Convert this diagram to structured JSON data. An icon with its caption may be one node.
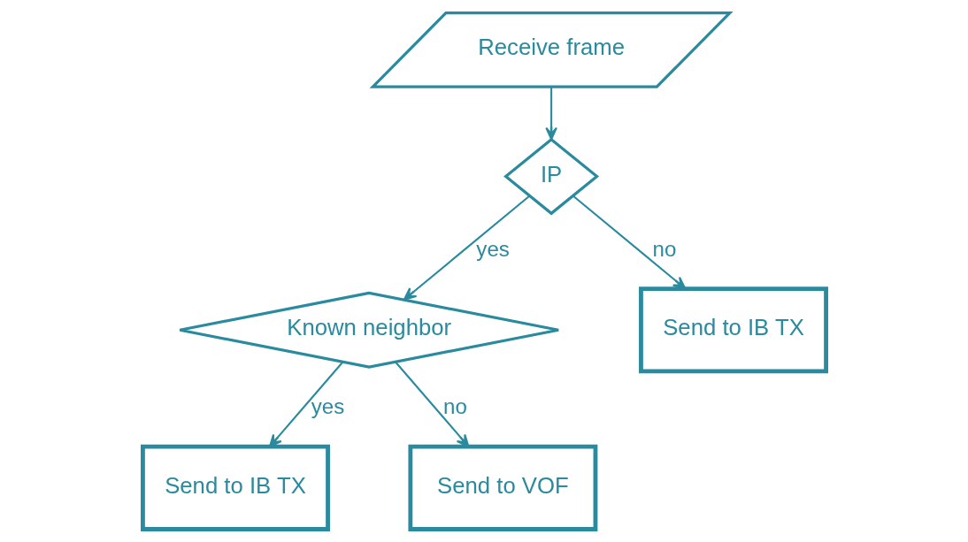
{
  "diagram": {
    "nodes": [
      {
        "text": [
          "Receive frame"
        ]
      },
      {
        "text": [
          "IP"
        ]
      },
      {
        "text": [
          "Send to IB TX"
        ]
      },
      {
        "text": [
          "Known neighbor"
        ]
      },
      {
        "text": [
          "Send to IB TX"
        ]
      },
      {
        "text": [
          "Send to VOF"
        ]
      }
    ],
    "edges": [
      {
        "from": 0,
        "to": 1,
        "arrow": "to"
      },
      {
        "from": 1,
        "to": 3,
        "label": "yes",
        "arrow": "to"
      },
      {
        "from": 1,
        "to": 2,
        "label": "no",
        "arrow": "to"
      },
      {
        "from": 3,
        "to": 4,
        "label": "yes",
        "arrow": "to"
      },
      {
        "from": 3,
        "to": 5,
        "label": "no",
        "arrow": "to"
      }
    ]
  }
}
